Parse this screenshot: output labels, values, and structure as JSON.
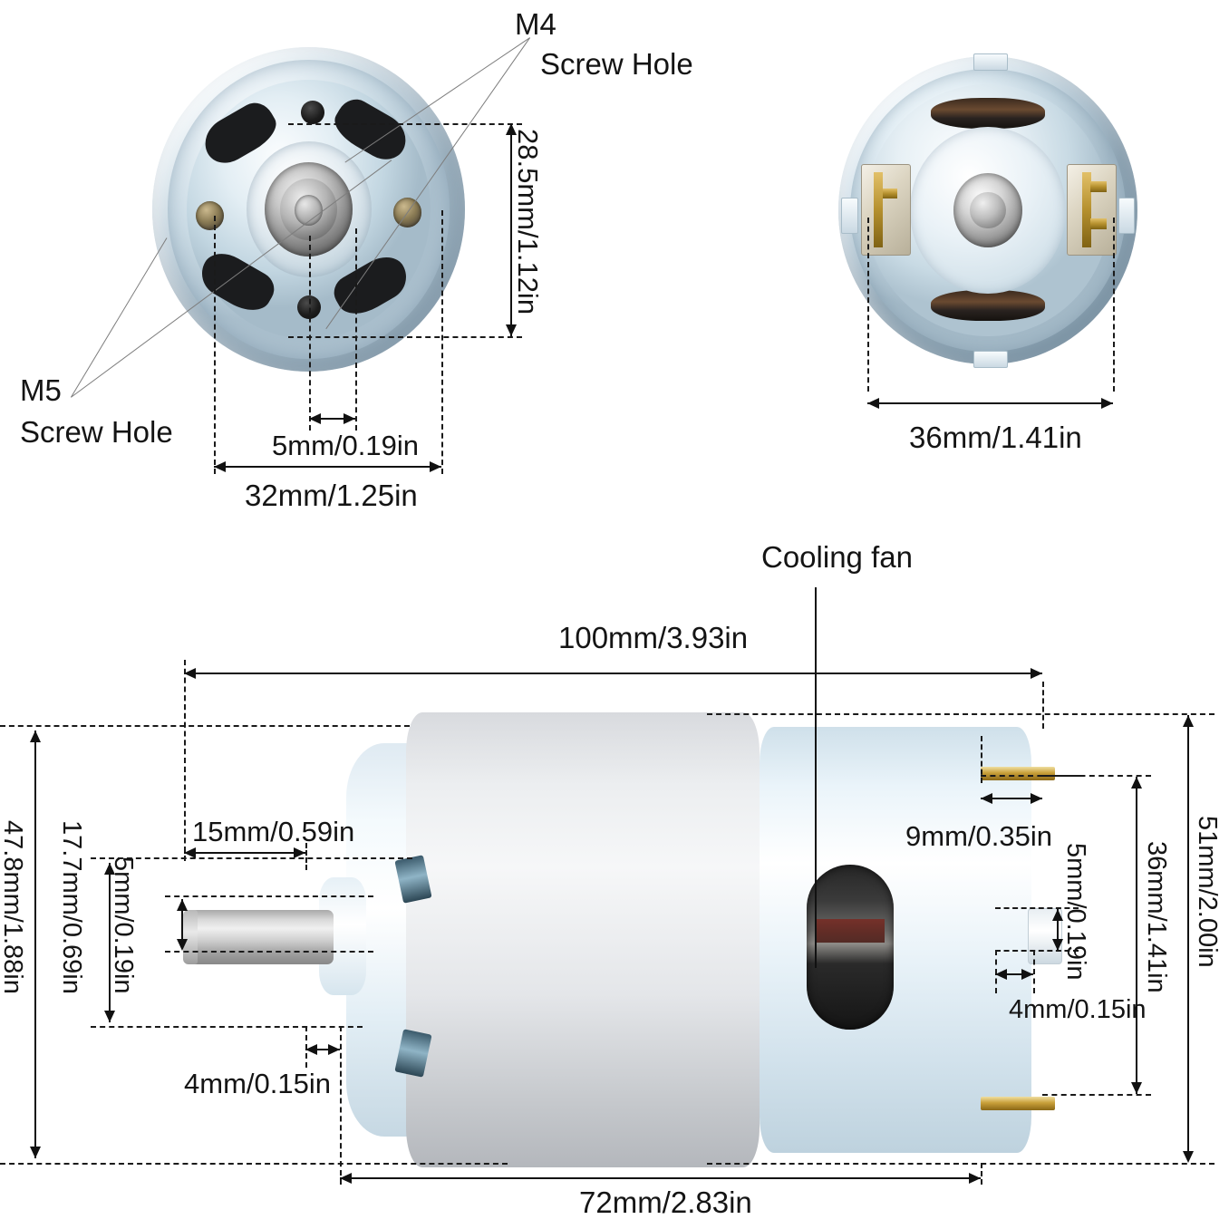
{
  "diagram": {
    "title": "DC Motor Dimension Drawing",
    "views": {
      "front": {
        "name": "front-face-view"
      },
      "rear": {
        "name": "rear-terminal-view"
      },
      "side": {
        "name": "side-profile-view"
      }
    }
  },
  "callouts": {
    "m4_line1": "M4",
    "m4_line2": "Screw Hole",
    "m5_line1": "M5",
    "m5_line2": "Screw Hole",
    "cooling_fan": "Cooling fan"
  },
  "dimensions": {
    "front": {
      "mount_hole_span_v": "28.5mm/1.12in",
      "shaft_width": "5mm/0.19in",
      "body_diameter": "32mm/1.25in"
    },
    "rear": {
      "terminal_span": "36mm/1.41in"
    },
    "side": {
      "total_length": "100mm/3.93in",
      "shaft_length": "15mm/0.59in",
      "shaft_to_face": "17.7mm/0.69in",
      "shaft_diameter": "5mm/0.19in",
      "boss_length_left": "4mm/0.15in",
      "overall_height_left": "47.8mm/1.88in",
      "terminal_offset": "9mm/0.35in",
      "terminal_height": "5mm/0.19in",
      "terminal_width": "4mm/0.15in",
      "terminal_span_v": "36mm/1.41in",
      "overall_height_right": "51mm/2.00in",
      "body_length": "72mm/2.83in"
    }
  },
  "style": {
    "line_color": "#111111",
    "leader_color": "#7d7d7d",
    "background": "#ffffff"
  }
}
